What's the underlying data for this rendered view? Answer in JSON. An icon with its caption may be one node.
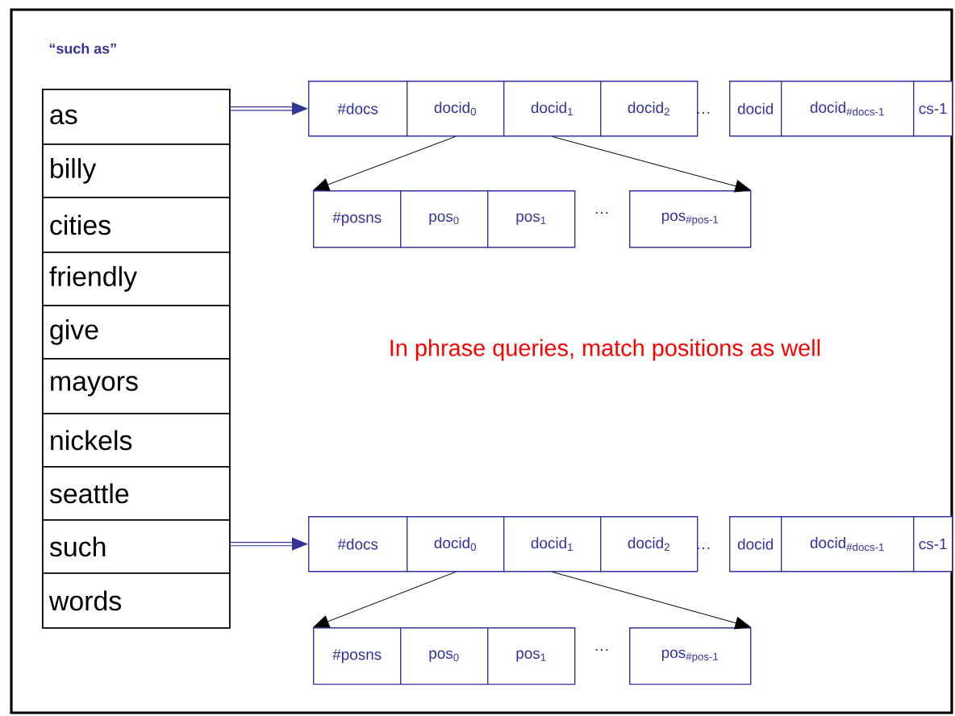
{
  "diagram": {
    "title": "“such as”",
    "nodes": [
      {
        "text": [
          "as"
        ]
      },
      {
        "text": [
          "billy"
        ]
      },
      {
        "text": [
          "cities"
        ]
      },
      {
        "text": [
          "friendly"
        ]
      },
      {
        "text": [
          "give"
        ]
      },
      {
        "text": [
          "mayors"
        ]
      },
      {
        "text": [
          "nickels"
        ]
      },
      {
        "text": [
          "seattle"
        ]
      },
      {
        "text": [
          "such"
        ]
      },
      {
        "text": [
          "words"
        ]
      },
      {
        "text": [
          "#docs"
        ]
      },
      {
        "text": [
          "docid$_{0}$"
        ]
      },
      {
        "text": [
          "docid$_{1}$"
        ]
      },
      {
        "text": [
          "docid$_{2}$"
        ]
      },
      {
        "text": [
          "docid"
        ]
      },
      {
        "text": [
          "docid$_{#docs-1}$"
        ]
      },
      {
        "text": [
          "cs-1"
        ]
      },
      {
        "text": [
          "#posns"
        ]
      },
      {
        "text": [
          "pos$_{0}$"
        ]
      },
      {
        "text": [
          "pos$_{1}$"
        ]
      },
      {
        "text": [
          "pos$_{#pos-1}$"
        ]
      },
      {
        "text": [
          "#docs"
        ]
      },
      {
        "text": [
          "docid$_{0}$"
        ]
      },
      {
        "text": [
          "docid$_{1}$"
        ]
      },
      {
        "text": [
          "docid$_{2}$"
        ]
      },
      {
        "text": [
          "docid"
        ]
      },
      {
        "text": [
          "docid$_{#docs-1}$"
        ]
      },
      {
        "text": [
          "cs-1"
        ]
      },
      {
        "text": [
          "#posns"
        ]
      },
      {
        "text": [
          "pos$_{0}$"
        ]
      },
      {
        "text": [
          "pos$_{1}$"
        ]
      },
      {
        "text": [
          "pos$_{#pos-1}$"
        ]
      }
    ],
    "edges": [
      {
        "from": 0,
        "to": 10,
        "arrow": "to",
        "style": "thick",
        "color": "#333399"
      },
      {
        "from": 11,
        "to": 17,
        "arrow": "to"
      },
      {
        "from": 12,
        "to": 20,
        "arrow": "to"
      },
      {
        "from": 8,
        "to": 21,
        "arrow": "to",
        "style": "thick",
        "color": "#333399"
      },
      {
        "from": 22,
        "to": 28,
        "arrow": "to"
      },
      {
        "from": 23,
        "to": 31,
        "arrow": "to"
      }
    ],
    "labels": [
      "…",
      "…",
      "In phrase queries, match positions as well",
      "…",
      "…"
    ]
  }
}
